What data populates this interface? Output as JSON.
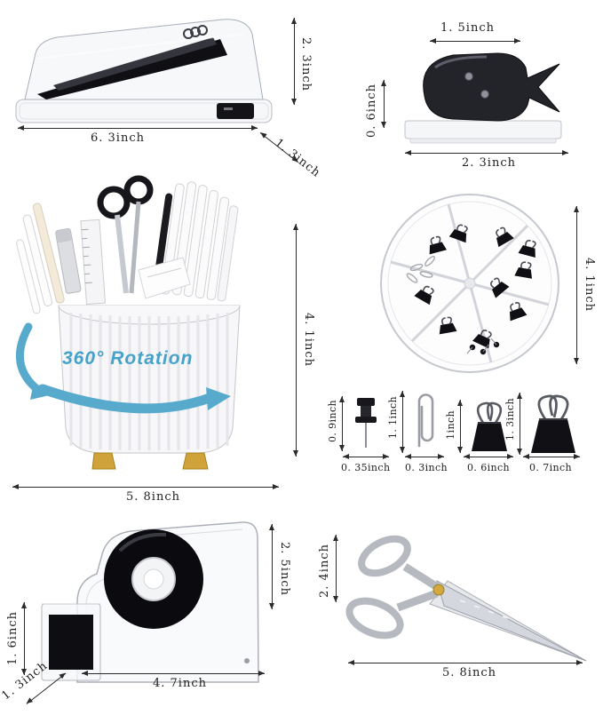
{
  "accent_color": "#45a2c8",
  "line_color": "#2b2b2b",
  "gold_color": "#cfa23a",
  "rotation_label": "360° Rotation",
  "stapler": {
    "height": "2. 3inch",
    "length": "6. 3inch",
    "depth": "1. 3inch"
  },
  "staple_remover": {
    "jaw_width": "1. 5inch",
    "height": "0. 6inch",
    "length": "2. 3inch"
  },
  "pen_organizer": {
    "height": "4. 1inch",
    "diameter": "5. 8inch"
  },
  "clips_box": {
    "diameter": "4. 1inch"
  },
  "push_pin": {
    "height": "0. 9inch",
    "width": "0. 35inch"
  },
  "paper_clip": {
    "height": "1. 1inch",
    "width": "0. 3inch"
  },
  "binder_clip_small": {
    "height": "1inch",
    "width": "0. 6inch"
  },
  "binder_clip_large": {
    "height": "1. 3inch",
    "width": "0. 7inch"
  },
  "tape_dispenser": {
    "height": "2. 5inch",
    "front_height": "1. 6inch",
    "length": "4. 7inch",
    "depth": "1. 3inch"
  },
  "scissors": {
    "height": "2. 4inch",
    "length": "5. 8inch"
  }
}
